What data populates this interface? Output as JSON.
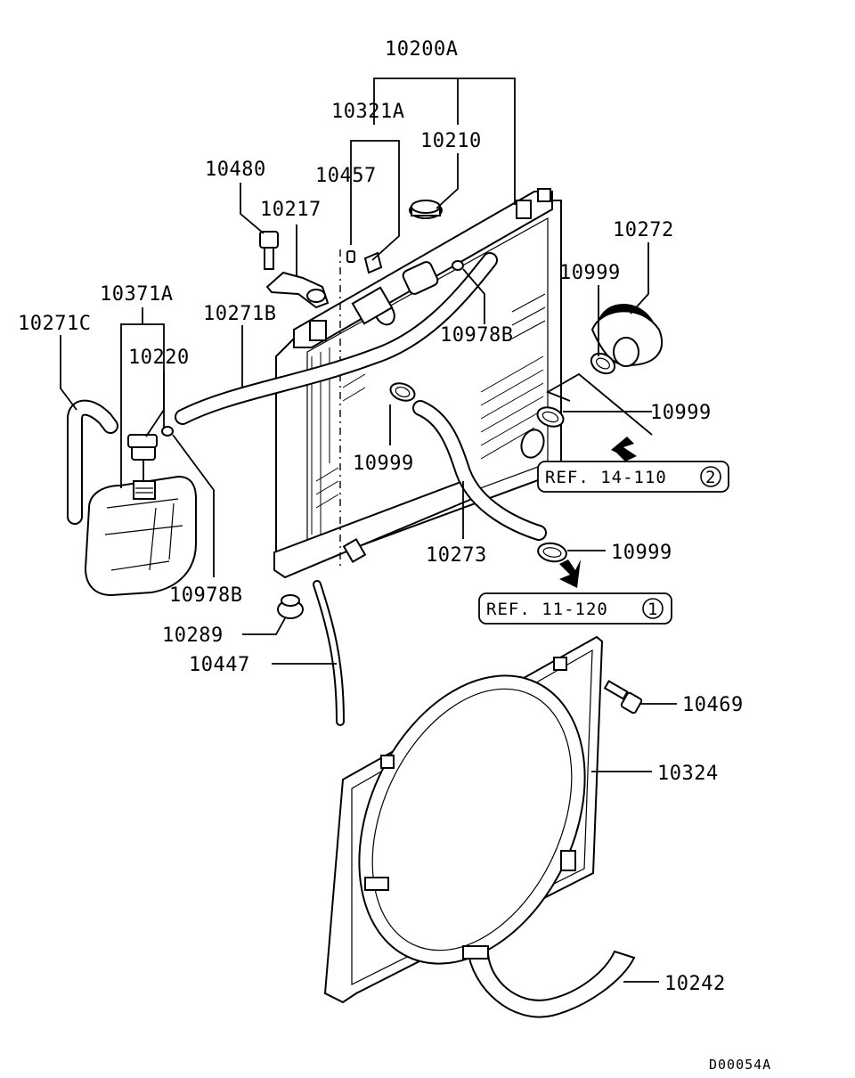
{
  "labels": {
    "p10200A": "10200A",
    "p10321A": "10321A",
    "p10210": "10210",
    "p10480": "10480",
    "p10457": "10457",
    "p10217": "10217",
    "p10272": "10272",
    "p10999_a": "10999",
    "p10371A": "10371A",
    "p10271B": "10271B",
    "p10271C": "10271C",
    "p10978B_a": "10978B",
    "p10220": "10220",
    "p10999_b": "10999",
    "p10999_c": "10999",
    "p10999_d": "10999",
    "p10273": "10273",
    "p10978B_b": "10978B",
    "p10289": "10289",
    "p10447": "10447",
    "p10469": "10469",
    "p10324": "10324",
    "p10242": "10242"
  },
  "refs": {
    "ref1_text": "REF. 14-110",
    "ref1_num": "2",
    "ref2_text": "REF. 11-120",
    "ref2_num": "1"
  },
  "drawing_code": "D00054A"
}
